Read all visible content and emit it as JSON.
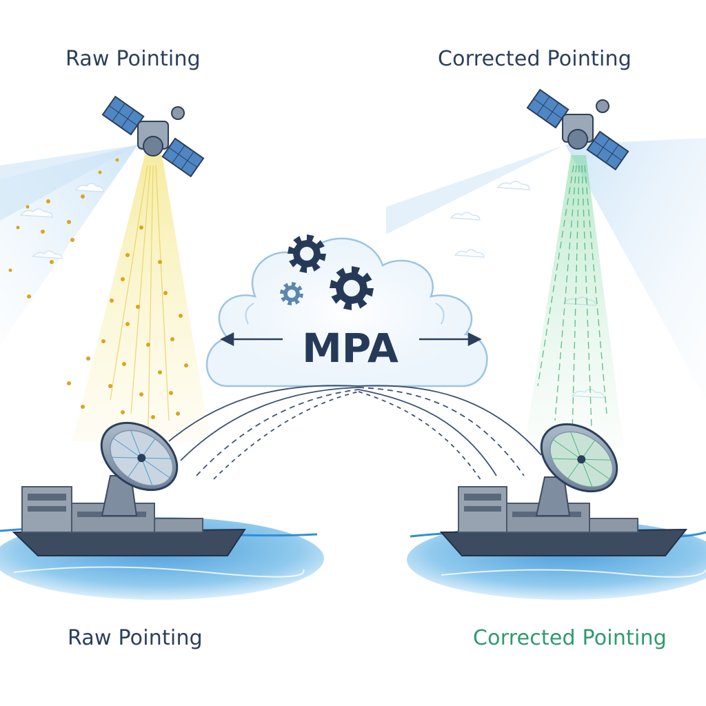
{
  "labels": {
    "top_left": "Raw Pointing",
    "top_right": "Corrected Pointing",
    "bottom_left": "Raw Pointing",
    "bottom_right": "Corrected Pointing"
  },
  "center": {
    "title": "MPA"
  },
  "colors": {
    "ink": "#2b3f5a",
    "raw_beam": "#f1e27a",
    "raw_dots": "#d9a520",
    "corrected_beam": "#8fd9a8",
    "corrected_label": "#2e9a6e",
    "sky": "#cfe6f7",
    "sea": "#4ea3dc",
    "hull": "#3c4b60",
    "superstructure": "#8d98a6"
  },
  "icons": [
    "satellite-icon",
    "gear-icon",
    "antenna-dish-icon",
    "ship-icon",
    "cloud-icon",
    "double-arrow-icon"
  ]
}
